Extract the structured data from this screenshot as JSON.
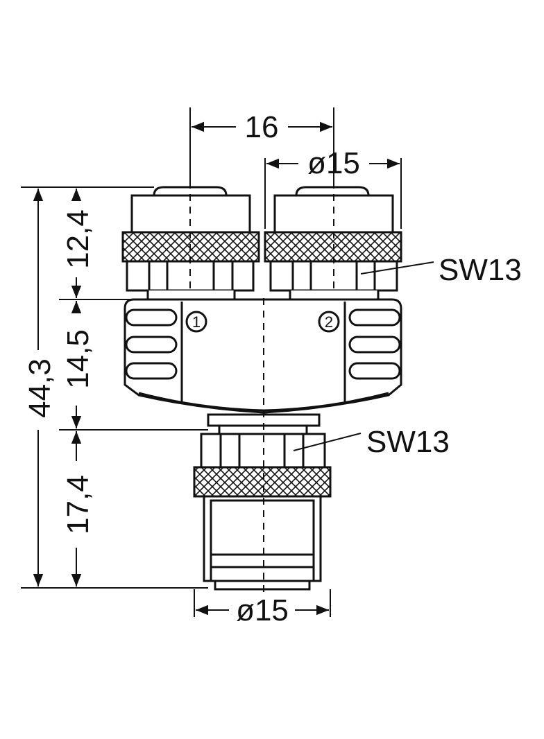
{
  "dimensions": {
    "top_width": "16",
    "top_diameter": "ø15",
    "bottom_diameter": "ø15",
    "height_total": "44,3",
    "height_top_nut": "12,4",
    "height_body": "14,5",
    "height_bottom": "17,4"
  },
  "labels": {
    "wrench_size_top": "SW13",
    "wrench_size_bottom": "SW13",
    "port_1": "1",
    "port_2": "2"
  },
  "colors": {
    "line": "#111111",
    "background": "#ffffff"
  }
}
